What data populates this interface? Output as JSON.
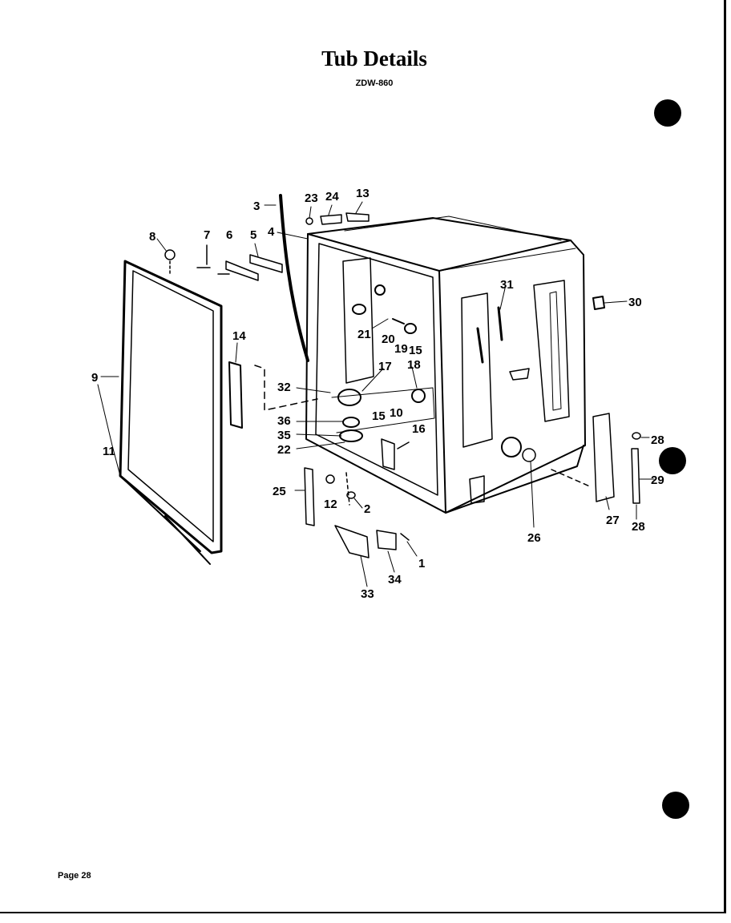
{
  "title": "Tub Details",
  "subtitle": "ZDW-860",
  "page_label": "Page 28",
  "callouts": {
    "c3": "3",
    "c23": "23",
    "c24": "24",
    "c13": "13",
    "c4": "4",
    "c8": "8",
    "c7": "7",
    "c6": "6",
    "c5": "5",
    "c9": "9",
    "c11": "11",
    "c14": "14",
    "c31": "31",
    "c30": "30",
    "c21": "21",
    "c20": "20",
    "c19": "19",
    "c15a": "15",
    "c17": "17",
    "c18": "18",
    "c32": "32",
    "c36": "36",
    "c15b": "15",
    "c10": "10",
    "c35": "35",
    "c22": "22",
    "c16": "16",
    "c25": "25",
    "c12": "12",
    "c2": "2",
    "c1": "1",
    "c34": "34",
    "c33": "33",
    "c26": "26",
    "c27": "27",
    "c28a": "28",
    "c29": "29",
    "c28b": "28"
  }
}
